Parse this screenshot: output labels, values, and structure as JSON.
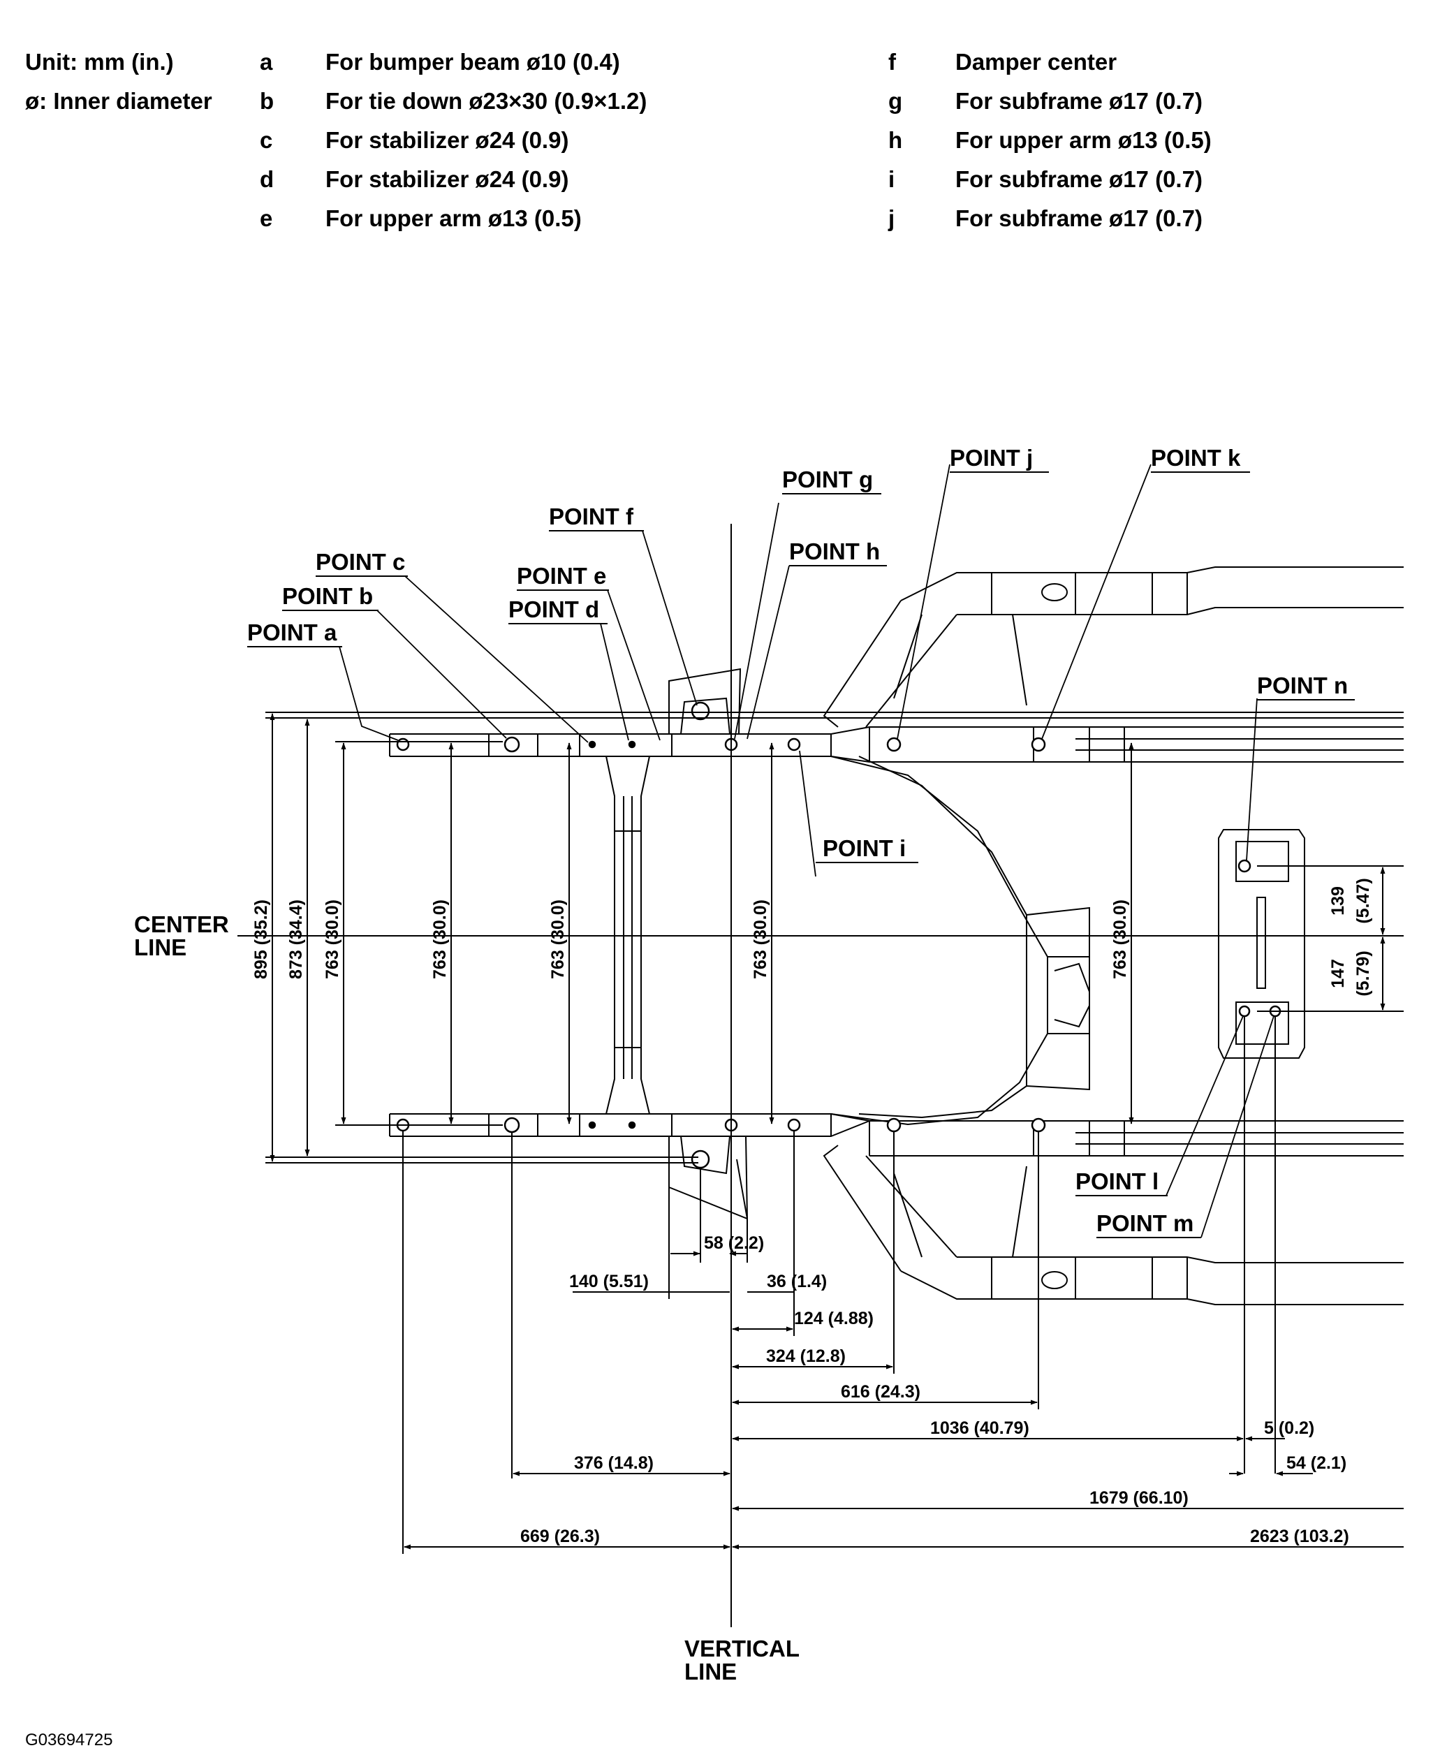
{
  "legend": {
    "unit": "Unit: mm (in.)",
    "inner_diameter": "ø: Inner diameter",
    "items": [
      {
        "key": "a",
        "text": "For bumper beam ø10 (0.4)"
      },
      {
        "key": "b",
        "text": "For tie down ø23×30 (0.9×1.2)"
      },
      {
        "key": "c",
        "text": "For stabilizer ø24 (0.9)"
      },
      {
        "key": "d",
        "text": "For stabilizer ø24 (0.9)"
      },
      {
        "key": "e",
        "text": "For upper arm ø13 (0.5)"
      },
      {
        "key": "f",
        "text": "Damper center"
      },
      {
        "key": "g",
        "text": "For subframe ø17 (0.7)"
      },
      {
        "key": "h",
        "text": "For upper arm ø13 (0.5)"
      },
      {
        "key": "i",
        "text": "For subframe ø17 (0.7)"
      },
      {
        "key": "j",
        "text": "For subframe ø17 (0.7)"
      }
    ]
  },
  "points": {
    "a": "POINT a",
    "b": "POINT b",
    "c": "POINT c",
    "d": "POINT d",
    "e": "POINT e",
    "f": "POINT f",
    "g": "POINT g",
    "h": "POINT h",
    "i": "POINT i",
    "j": "POINT j",
    "k": "POINT k",
    "l": "POINT l",
    "m": "POINT m",
    "n": "POINT n"
  },
  "reference_lines": {
    "center_1": "CENTER",
    "center_2": "LINE",
    "vertical_1": "VERTICAL",
    "vertical_2": "LINE"
  },
  "vertical_dims": {
    "d895": "895 (35.2)",
    "d873": "873 (34.4)",
    "d763_1": "763 (30.0)",
    "d763_2": "763 (30.0)",
    "d763_3": "763 (30.0)",
    "d763_4": "763 (30.0)",
    "d763_5": "763 (30.0)",
    "d139_a": "139",
    "d139_b": "(5.47)",
    "d147_a": "147",
    "d147_b": "(5.79)"
  },
  "horizontal_dims": {
    "d58": "58 (2.2)",
    "d140": "140 (5.51)",
    "d36": "36 (1.4)",
    "d124": "124 (4.88)",
    "d324": "324 (12.8)",
    "d616": "616 (24.3)",
    "d1036": "1036 (40.79)",
    "d5": "5 (0.2)",
    "d376": "376 (14.8)",
    "d54": "54 (2.1)",
    "d1679": "1679 (66.10)",
    "d669": "669 (26.3)",
    "d2623": "2623 (103.2)"
  },
  "figure_id": "G03694725"
}
